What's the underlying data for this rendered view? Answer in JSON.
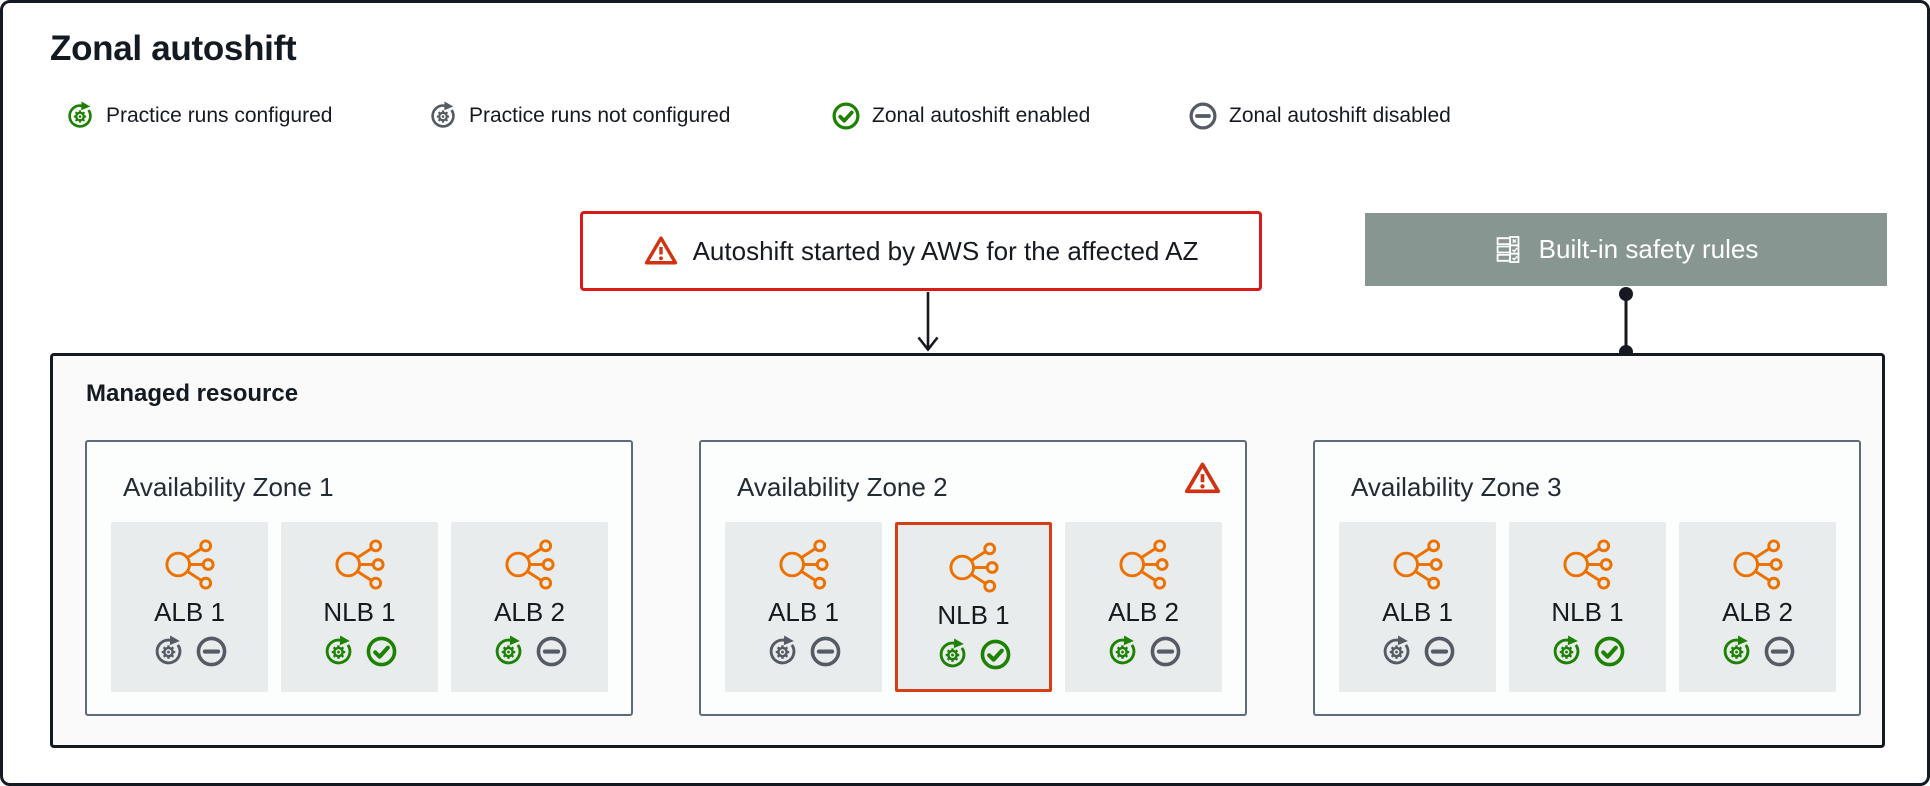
{
  "title": "Zonal autoshift",
  "legend": {
    "items": [
      {
        "label": "Practice runs configured",
        "icon": "practice-runs-configured-icon",
        "color": "#1d8102"
      },
      {
        "label": "Practice runs not configured",
        "icon": "practice-runs-not-configured-icon",
        "color": "#545b64"
      },
      {
        "label": "Zonal autoshift enabled",
        "icon": "zonal-autoshift-enabled-icon",
        "color": "#1d8102"
      },
      {
        "label": "Zonal autoshift disabled",
        "icon": "zonal-autoshift-disabled-icon",
        "color": "#545b64"
      }
    ]
  },
  "annotations": {
    "autoshift_alert": "Autoshift started by AWS for the affected AZ",
    "safety_rules_label": "Built-in safety rules"
  },
  "managed_resource": {
    "label": "Managed resource",
    "zones": [
      {
        "name": "Availability Zone 1",
        "alert": false,
        "resources": [
          {
            "label": "ALB 1",
            "practice_runs": "not_configured",
            "autoshift": "disabled",
            "highlighted": false
          },
          {
            "label": "NLB 1",
            "practice_runs": "configured",
            "autoshift": "enabled",
            "highlighted": false
          },
          {
            "label": "ALB 2",
            "practice_runs": "configured",
            "autoshift": "disabled",
            "highlighted": false
          }
        ]
      },
      {
        "name": "Availability Zone 2",
        "alert": true,
        "resources": [
          {
            "label": "ALB 1",
            "practice_runs": "not_configured",
            "autoshift": "disabled",
            "highlighted": false
          },
          {
            "label": "NLB 1",
            "practice_runs": "configured",
            "autoshift": "enabled",
            "highlighted": true
          },
          {
            "label": "ALB 2",
            "practice_runs": "configured",
            "autoshift": "disabled",
            "highlighted": false
          }
        ]
      },
      {
        "name": "Availability Zone 3",
        "alert": false,
        "resources": [
          {
            "label": "ALB 1",
            "practice_runs": "not_configured",
            "autoshift": "disabled",
            "highlighted": false
          },
          {
            "label": "NLB 1",
            "practice_runs": "configured",
            "autoshift": "enabled",
            "highlighted": false
          },
          {
            "label": "ALB 2",
            "practice_runs": "configured",
            "autoshift": "disabled",
            "highlighted": false
          }
        ]
      }
    ]
  },
  "colors": {
    "green": "#1d8102",
    "gray": "#545b64",
    "orange": "#ed7100",
    "red": "#d13212",
    "alert_border": "#d91a16",
    "highlight_border": "#d63f16",
    "safety_button_bg": "#879691",
    "ink": "#131a22"
  }
}
